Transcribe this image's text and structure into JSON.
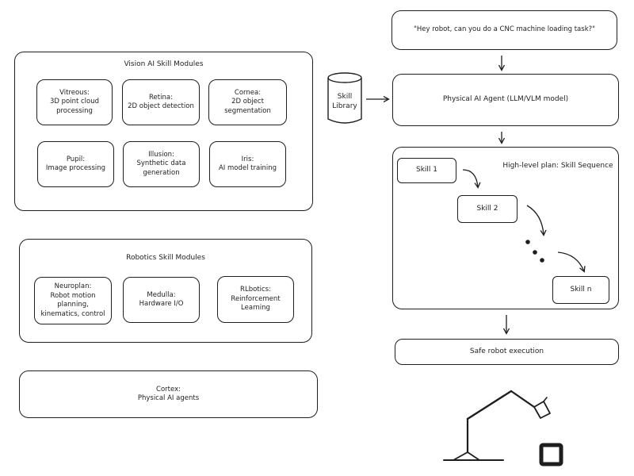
{
  "vision": {
    "title": "Vision AI Skill Modules",
    "modules": [
      {
        "name": "Vitreous:",
        "desc": "3D point cloud processing"
      },
      {
        "name": "Retina:",
        "desc": "2D object detection"
      },
      {
        "name": "Cornea:",
        "desc": "2D object segmentation"
      },
      {
        "name": "Pupil:",
        "desc": "Image processing"
      },
      {
        "name": "Illusion:",
        "desc": "Synthetic data generation"
      },
      {
        "name": "Iris:",
        "desc": "AI model training"
      }
    ]
  },
  "robotics": {
    "title": "Robotics Skill Modules",
    "modules": [
      {
        "name": "Neuroplan:",
        "desc": "Robot motion planning, kinematics, control"
      },
      {
        "name": "Medulla:",
        "desc": "Hardware I/O"
      },
      {
        "name": "RLbotics:",
        "desc": "Reinforcement Learning"
      }
    ]
  },
  "cortex": {
    "name": "Cortex:",
    "desc": "Physical AI agents"
  },
  "skill_library": {
    "line1": "Skill",
    "line2": "Library"
  },
  "prompt": "\"Hey robot, can you do a CNC machine loading task?\"",
  "agent": "Physical AI Agent (LLM/VLM model)",
  "plan": {
    "title": "High-level plan: Skill Sequence",
    "skills": [
      "Skill 1",
      "Skill 2",
      "Skill n"
    ]
  },
  "execution": "Safe robot execution"
}
